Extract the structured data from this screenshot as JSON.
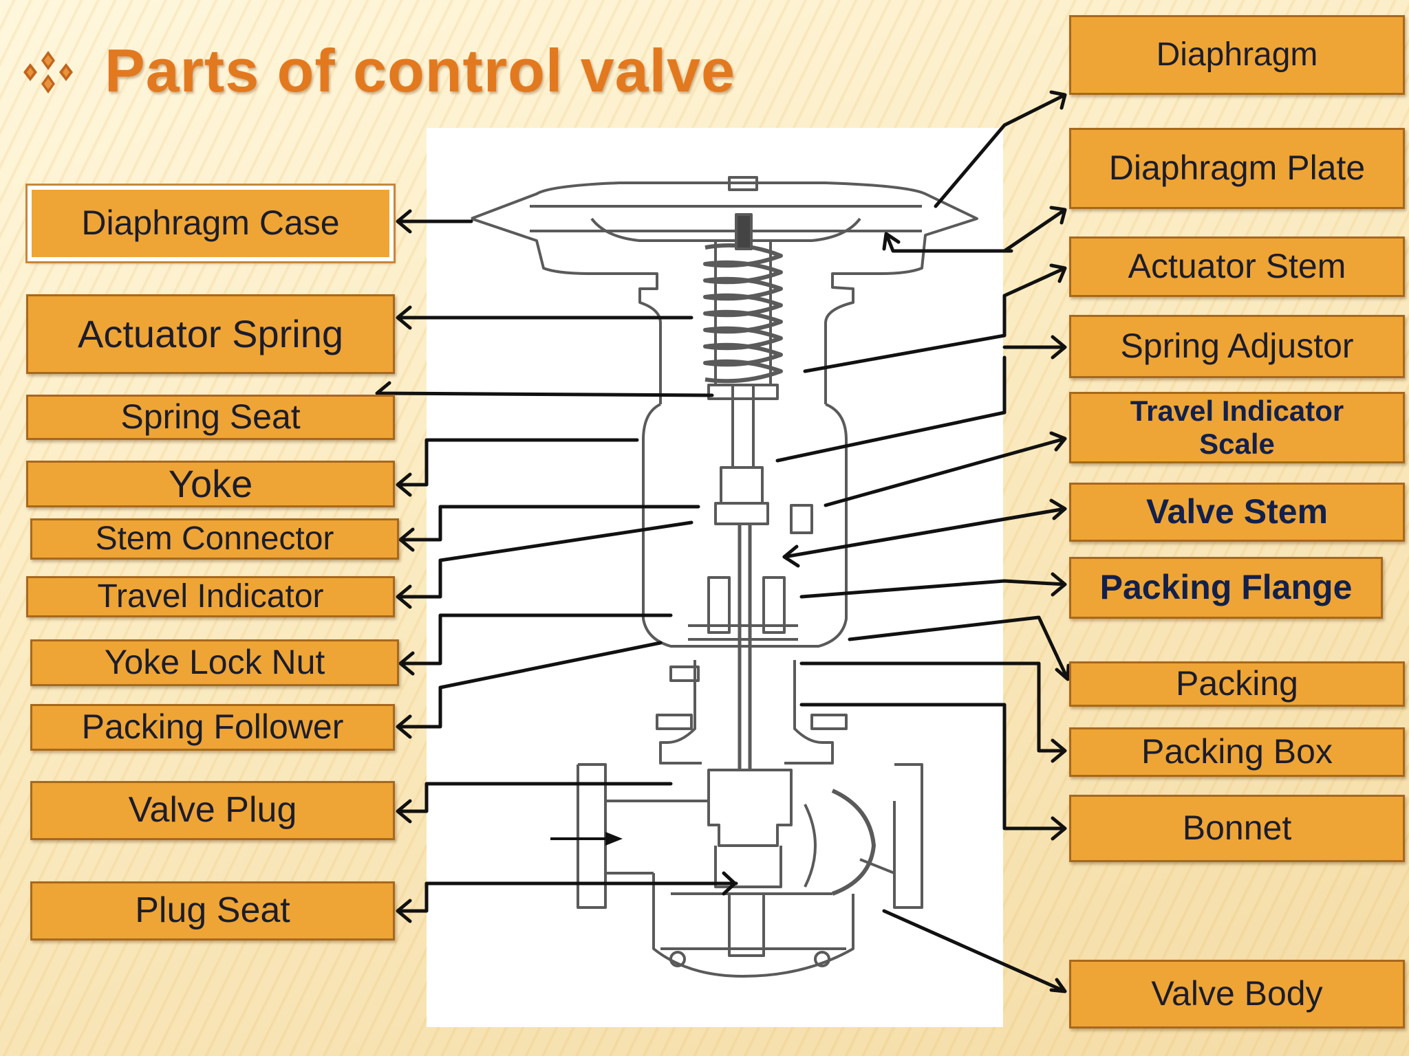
{
  "title": "Parts of control valve",
  "colors": {
    "title": "#e2791f",
    "label_fill": "#eea535",
    "label_border": "#a8681c"
  },
  "labels": {
    "left": {
      "diaphragm_case": "Diaphragm Case",
      "actuator_spring": "Actuator Spring",
      "spring_seat": "Spring Seat",
      "yoke": "Yoke",
      "stem_connector": "Stem Connector",
      "travel_indicator": "Travel Indicator",
      "yoke_lock_nut": "Yoke Lock Nut",
      "packing_follower": "Packing Follower",
      "valve_plug": "Valve Plug",
      "plug_seat": "Plug Seat"
    },
    "right": {
      "diaphragm": "Diaphragm",
      "diaphragm_plate": "Diaphragm Plate",
      "actuator_stem": "Actuator Stem",
      "spring_adjustor": "Spring Adjustor",
      "travel_indicator_scale": "Travel Indicator Scale",
      "valve_stem": "Valve Stem",
      "packing_flange": "Packing Flange",
      "packing": "Packing",
      "packing_box": "Packing Box",
      "bonnet": "Bonnet",
      "valve_body": "Valve Body"
    }
  }
}
